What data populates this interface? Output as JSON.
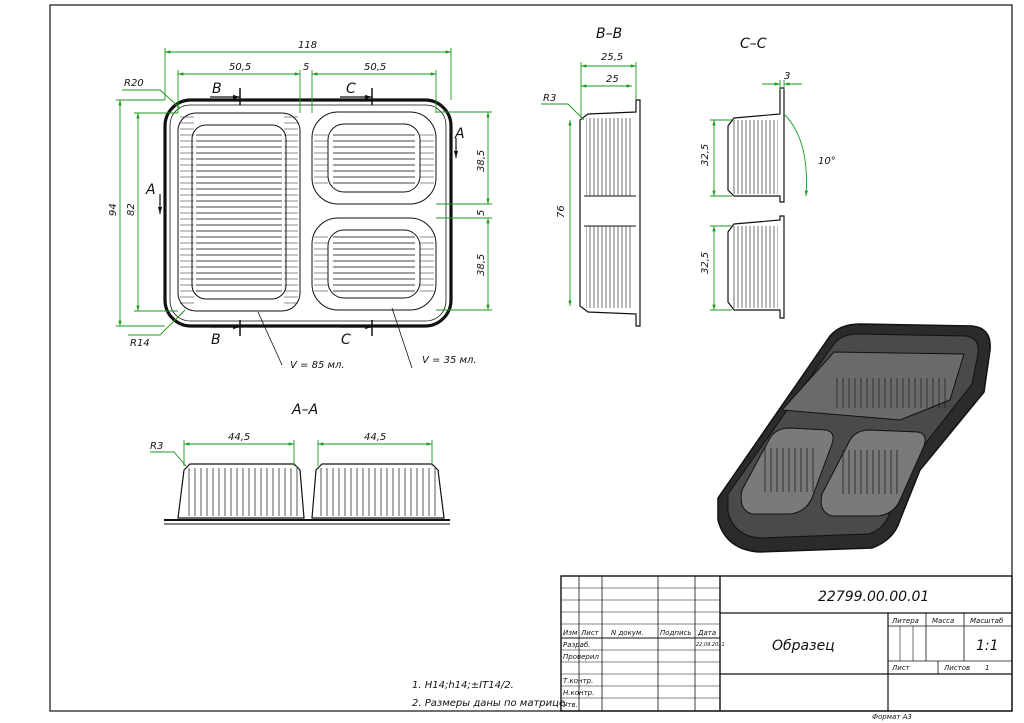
{
  "plan": {
    "dims": {
      "w118": "118",
      "w50a": "50,5",
      "w5": "5",
      "w50b": "50,5",
      "h94": "94",
      "h82": "82",
      "h38a": "38,5",
      "h5": "5",
      "h38b": "38,5",
      "r20": "R20",
      "r14": "R14"
    },
    "cuts": {
      "b_top": "B",
      "c_top": "C",
      "b_bot": "B",
      "c_bot": "C",
      "a_left": "A",
      "a_right": "A"
    },
    "volumes": {
      "v85": "V = 85 мл.",
      "v35": "V = 35 мл."
    }
  },
  "section_bb": {
    "title": "B–B",
    "w25_5": "25,5",
    "w25": "25",
    "r3": "R3",
    "h76": "76"
  },
  "section_cc": {
    "title": "C–C",
    "w3": "3",
    "h32a": "32,5",
    "h32b": "32,5",
    "angle": "10°"
  },
  "section_aa": {
    "title": "A–A",
    "w44a": "44,5",
    "w44b": "44,5",
    "r3": "R3"
  },
  "notes": {
    "n1": "1. H14;h14;±IT14/2.",
    "n2": "2. Размеры даны по матрице."
  },
  "title_block": {
    "doc_number": "22799.00.00.01",
    "name": "Образец",
    "h_izm": "Изм",
    "h_list": "Лист",
    "h_ndoc": "N докум.",
    "h_podp": "Подпись",
    "h_data": "Дата",
    "r_razrab": "Разраб.",
    "r_prover": "Проверил",
    "r_tkontr": "Т.контр.",
    "r_nkontr": "Н.контр.",
    "r_utv": "Утв.",
    "date": "22.09.2011",
    "h_litera": "Литера",
    "h_massa": "Масса",
    "h_masshtab": "Масштаб",
    "scale": "1:1",
    "sheet_label": "Лист",
    "sheets_label": "Листов",
    "sheets_value": "1",
    "format": "Формат А3"
  }
}
